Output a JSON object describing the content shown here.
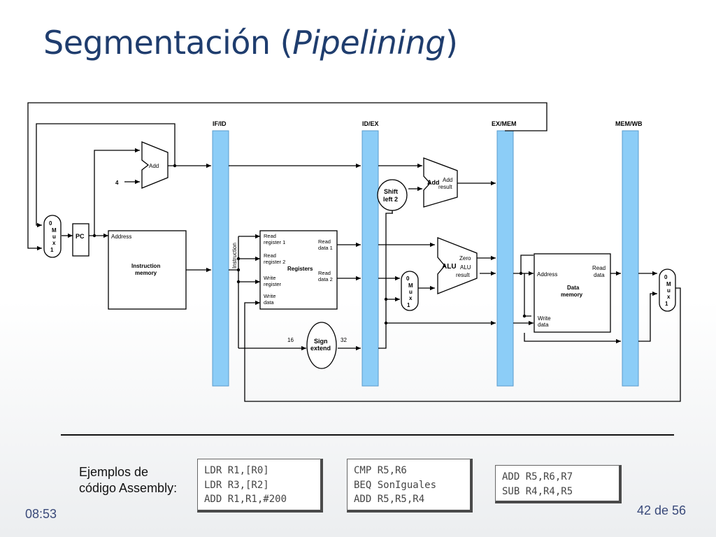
{
  "title": {
    "main": "Segmentación (",
    "italic": "Pipelining",
    "close": ")"
  },
  "diagram": {
    "registers": [
      "IF/ID",
      "ID/EX",
      "EX/MEM",
      "MEM/WB"
    ],
    "labels": {
      "add": "Add",
      "four": "4",
      "pc": "PC",
      "address_im": "Address",
      "instruction_memory_1": "Instruction",
      "instruction_memory_2": "memory",
      "instruction": "Instruction",
      "read_register_1_a": "Read",
      "read_register_1_b": "register 1",
      "read_register_2_a": "Read",
      "read_register_2_b": "register 2",
      "registers": "Registers",
      "write_register_a": "Write",
      "write_register_b": "register",
      "write_data_a": "Write",
      "write_data_b": "data",
      "read_data_1_a": "Read",
      "read_data_1_b": "data 1",
      "read_data_2_a": "Read",
      "read_data_2_b": "data 2",
      "shift_left_a": "Shift",
      "shift_left_b": "left 2",
      "add2": "Add",
      "add_result_a": "Add",
      "add_result_b": "result",
      "alu": "ALU",
      "zero": "Zero",
      "alu_result_a": "ALU",
      "alu_result_b": "result",
      "sign_extend_a": "Sign",
      "sign_extend_b": "extend",
      "sixteen": "16",
      "thirtytwo": "32",
      "address_dm": "Address",
      "data_memory_1": "Data",
      "data_memory_2": "memory",
      "read_data_dm_a": "Read",
      "read_data_dm_b": "data",
      "write_data_dm_a": "Write",
      "write_data_dm_b": "data",
      "mux_0": "0",
      "mux_m": "M",
      "mux_u": "u",
      "mux_x": "x",
      "mux_1": "1"
    }
  },
  "examples": {
    "label_line1": "Ejemplos de",
    "label_line2": "código Assembly:",
    "blocks": [
      [
        "LDR R1,[R0]",
        "LDR R3,[R2]",
        "ADD R1,R1,#200"
      ],
      [
        "CMP R5,R6",
        "BEQ SonIguales",
        "ADD R5,R5,R4"
      ],
      [
        "ADD R5,R6,R7",
        "SUB R4,R4,R5"
      ]
    ]
  },
  "footer": {
    "time": "08:53",
    "page": "42 de 56"
  },
  "colors": {
    "title": "#1f3d6e",
    "pipeline_register": "#8ccdf7",
    "footer": "#3a4a7a"
  }
}
